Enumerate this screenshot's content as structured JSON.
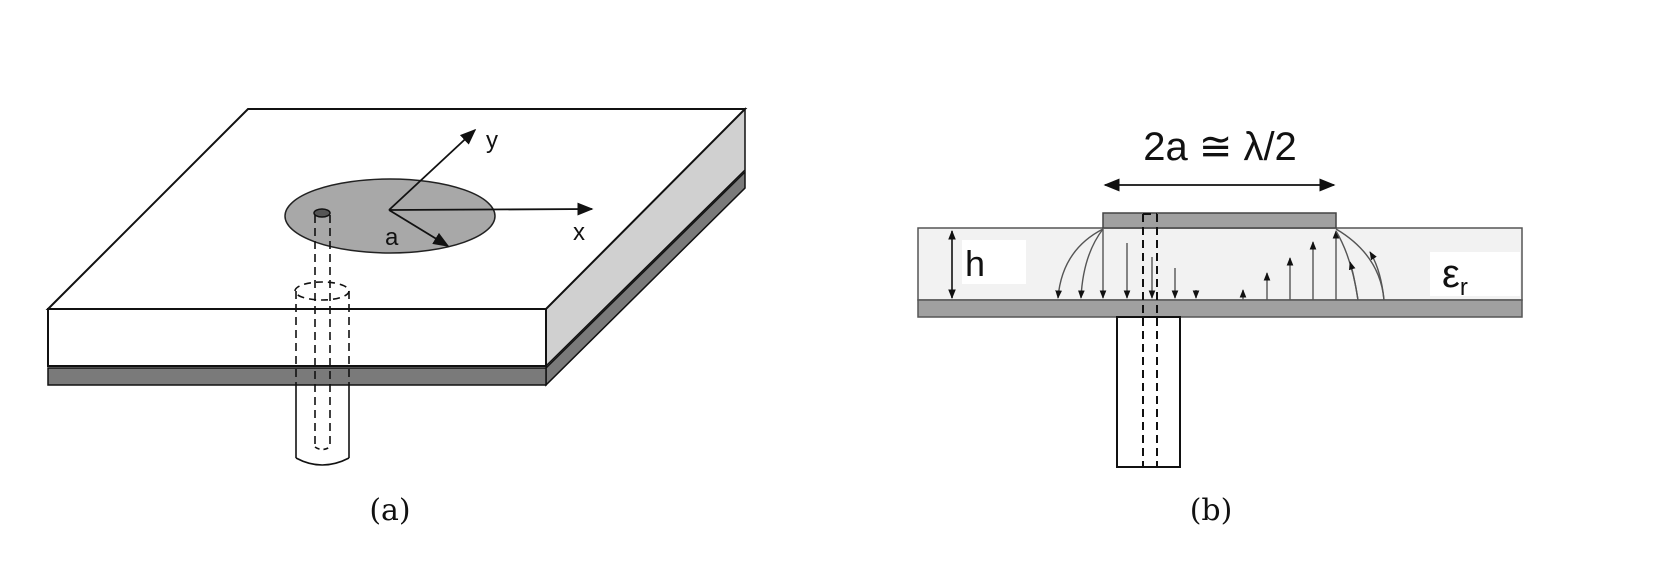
{
  "figure": {
    "panels": [
      {
        "id": "a",
        "caption": "(a)",
        "description": "3D view of circular microstrip patch antenna with coaxial probe feed",
        "labels": {
          "x_axis": "x",
          "y_axis": "y",
          "radius": "a"
        }
      },
      {
        "id": "b",
        "caption": "(b)",
        "description": "Cross-section showing fringing electric field lines",
        "labels": {
          "dimension": "2a ≅ λ/2",
          "height": "h",
          "permittivity_symbol": "ε",
          "permittivity_subscript": "r"
        }
      }
    ]
  },
  "colors": {
    "patch": "#a8a8a8",
    "ground": "#7a7a7a",
    "side_face": "#d0d0d0",
    "substrate_b": "#f2f2f2",
    "ground_b": "#a0a0a0",
    "stroke": "#111111"
  }
}
